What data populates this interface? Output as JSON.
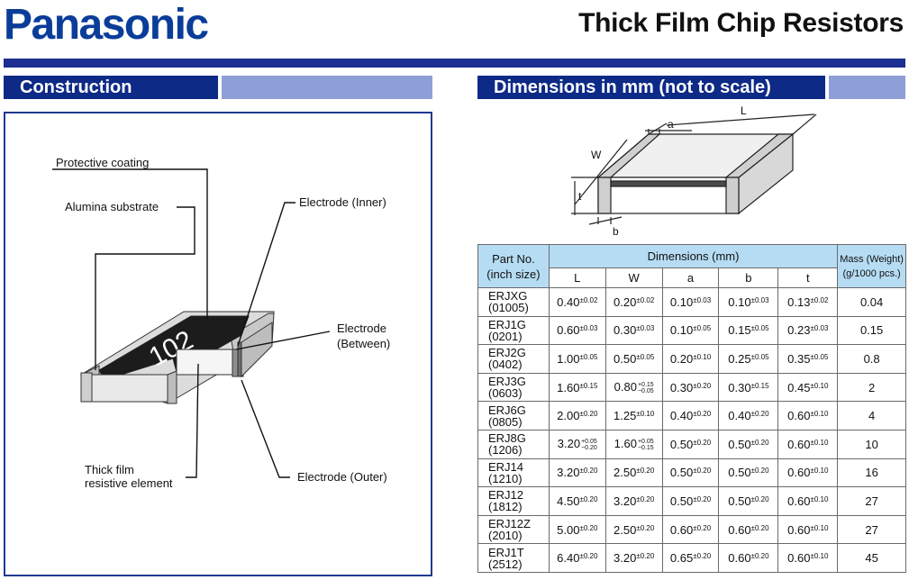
{
  "header": {
    "brand": "Panasonic",
    "title": "Thick Film Chip Resistors"
  },
  "construction": {
    "heading": "Construction",
    "labels": {
      "protective_coating": "Protective coating",
      "alumina_substrate": "Alumina substrate",
      "electrode_inner": "Electrode (Inner)",
      "electrode_between_1": "Electrode",
      "electrode_between_2": "(Between)",
      "thick_film_1": "Thick film",
      "thick_film_2": "resistive element",
      "electrode_outer": "Electrode (Outer)",
      "marking": "102"
    }
  },
  "dimensions": {
    "heading": "Dimensions in mm (not to scale)",
    "drawing_labels": {
      "L": "L",
      "a": "a",
      "W": "W",
      "t": "t",
      "b": "b"
    },
    "table": {
      "part_no_header_1": "Part No.",
      "part_no_header_2": "(inch size)",
      "dims_header": "Dimensions (mm)",
      "mass_header_1": "Mass (Weight)",
      "mass_header_2": "(g/1000 pcs.)",
      "columns": [
        "L",
        "W",
        "a",
        "b",
        "t"
      ],
      "rows": [
        {
          "part": "ERJXG",
          "size": "(01005)",
          "L": {
            "v": "0.40",
            "tol": "±0.02"
          },
          "W": {
            "v": "0.20",
            "tol": "±0.02"
          },
          "a": {
            "v": "0.10",
            "tol": "±0.03"
          },
          "b": {
            "v": "0.10",
            "tol": "±0.03"
          },
          "t": {
            "v": "0.13",
            "tol": "±0.02"
          },
          "mass": "0.04"
        },
        {
          "part": "ERJ1G",
          "size": "(0201)",
          "L": {
            "v": "0.60",
            "tol": "±0.03"
          },
          "W": {
            "v": "0.30",
            "tol": "±0.03"
          },
          "a": {
            "v": "0.10",
            "tol": "±0.05"
          },
          "b": {
            "v": "0.15",
            "tol": "±0.05"
          },
          "t": {
            "v": "0.23",
            "tol": "±0.03"
          },
          "mass": "0.15"
        },
        {
          "part": "ERJ2G",
          "size": "(0402)",
          "L": {
            "v": "1.00",
            "tol": "±0.05"
          },
          "W": {
            "v": "0.50",
            "tol": "±0.05"
          },
          "a": {
            "v": "0.20",
            "tol": "±0.10"
          },
          "b": {
            "v": "0.25",
            "tol": "±0.05"
          },
          "t": {
            "v": "0.35",
            "tol": "±0.05"
          },
          "mass": "0.8"
        },
        {
          "part": "ERJ3G",
          "size": "(0603)",
          "L": {
            "v": "1.60",
            "tol": "±0.15"
          },
          "W": {
            "v": "0.80",
            "tol_up": "+0.15",
            "tol_dn": "−0.05"
          },
          "a": {
            "v": "0.30",
            "tol": "±0.20"
          },
          "b": {
            "v": "0.30",
            "tol": "±0.15"
          },
          "t": {
            "v": "0.45",
            "tol": "±0.10"
          },
          "mass": "2"
        },
        {
          "part": "ERJ6G",
          "size": "(0805)",
          "L": {
            "v": "2.00",
            "tol": "±0.20"
          },
          "W": {
            "v": "1.25",
            "tol": "±0.10"
          },
          "a": {
            "v": "0.40",
            "tol": "±0.20"
          },
          "b": {
            "v": "0.40",
            "tol": "±0.20"
          },
          "t": {
            "v": "0.60",
            "tol": "±0.10"
          },
          "mass": "4"
        },
        {
          "part": "ERJ8G",
          "size": "(1206)",
          "L": {
            "v": "3.20",
            "tol_up": "+0.05",
            "tol_dn": "−0.20"
          },
          "W": {
            "v": "1.60",
            "tol_up": "+0.05",
            "tol_dn": "−0.15"
          },
          "a": {
            "v": "0.50",
            "tol": "±0.20"
          },
          "b": {
            "v": "0.50",
            "tol": "±0.20"
          },
          "t": {
            "v": "0.60",
            "tol": "±0.10"
          },
          "mass": "10"
        },
        {
          "part": "ERJ14",
          "size": "(1210)",
          "L": {
            "v": "3.20",
            "tol": "±0.20"
          },
          "W": {
            "v": "2.50",
            "tol": "±0.20"
          },
          "a": {
            "v": "0.50",
            "tol": "±0.20"
          },
          "b": {
            "v": "0.50",
            "tol": "±0.20"
          },
          "t": {
            "v": "0.60",
            "tol": "±0.10"
          },
          "mass": "16"
        },
        {
          "part": "ERJ12",
          "size": "(1812)",
          "L": {
            "v": "4.50",
            "tol": "±0.20"
          },
          "W": {
            "v": "3.20",
            "tol": "±0.20"
          },
          "a": {
            "v": "0.50",
            "tol": "±0.20"
          },
          "b": {
            "v": "0.50",
            "tol": "±0.20"
          },
          "t": {
            "v": "0.60",
            "tol": "±0.10"
          },
          "mass": "27"
        },
        {
          "part": "ERJ12Z",
          "size": "(2010)",
          "L": {
            "v": "5.00",
            "tol": "±0.20"
          },
          "W": {
            "v": "2.50",
            "tol": "±0.20"
          },
          "a": {
            "v": "0.60",
            "tol": "±0.20"
          },
          "b": {
            "v": "0.60",
            "tol": "±0.20"
          },
          "t": {
            "v": "0.60",
            "tol": "±0.10"
          },
          "mass": "27"
        },
        {
          "part": "ERJ1T",
          "size": "(2512)",
          "L": {
            "v": "6.40",
            "tol": "±0.20"
          },
          "W": {
            "v": "3.20",
            "tol": "±0.20"
          },
          "a": {
            "v": "0.65",
            "tol": "±0.20"
          },
          "b": {
            "v": "0.60",
            "tol": "±0.20"
          },
          "t": {
            "v": "0.60",
            "tol": "±0.10"
          },
          "mass": "45"
        }
      ]
    }
  }
}
